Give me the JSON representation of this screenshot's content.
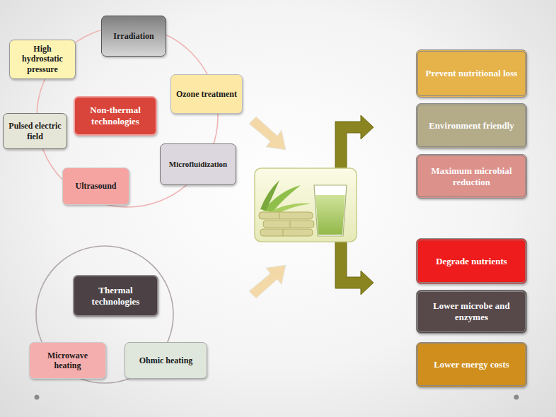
{
  "diagram": {
    "nodes": [
      {
        "text": [
          "Irradiation"
        ]
      },
      {
        "text": [
          "High hydrostatic pressure"
        ]
      },
      {
        "text": [
          "Ozone treatment"
        ]
      },
      {
        "text": [
          "Non-thermal technologies"
        ]
      },
      {
        "text": [
          "Pulsed electric field"
        ]
      },
      {
        "text": [
          "Microfluidization"
        ]
      },
      {
        "text": [
          "Ultrasound"
        ]
      },
      {
        "text": [
          "Thermal technologies"
        ]
      },
      {
        "text": [
          "Microwave heating"
        ]
      },
      {
        "text": [
          "Ohmic heating"
        ]
      },
      {
        "text": [
          "Prevent nutritional loss"
        ]
      },
      {
        "text": [
          "Environment friendly"
        ]
      },
      {
        "text": [
          "Maximum microbial reduction"
        ]
      },
      {
        "text": [
          "Degrade nutrients"
        ]
      },
      {
        "text": [
          "Lower microbe and enzymes"
        ]
      },
      {
        "text": [
          "Lower energy costs"
        ]
      }
    ]
  }
}
